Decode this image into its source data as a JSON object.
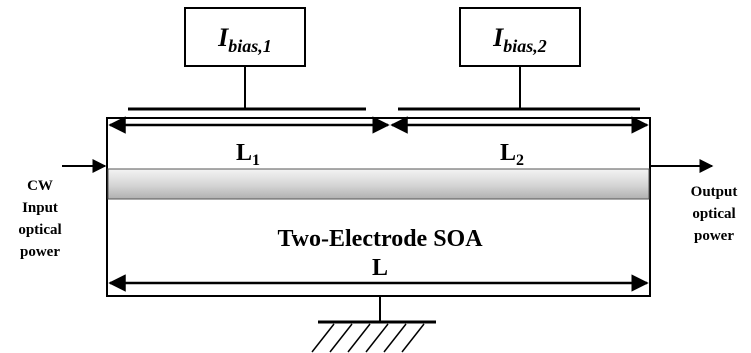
{
  "bias_sources": [
    {
      "symbol": "I",
      "subscript": "bias,1"
    },
    {
      "symbol": "I",
      "subscript": "bias,2"
    }
  ],
  "section_labels": [
    {
      "main": "L",
      "sub": "1"
    },
    {
      "main": "L",
      "sub": "2"
    }
  ],
  "device_label": "Two-Electrode SOA",
  "total_length_label": "L",
  "input_label": [
    "CW",
    "Input",
    "optical",
    "power"
  ],
  "output_label": [
    "Output",
    "optical",
    "power"
  ],
  "colors": {
    "line": "#000000",
    "waveguide_light": "#f2f2f2",
    "waveguide_dark": "#b5b5b5"
  }
}
